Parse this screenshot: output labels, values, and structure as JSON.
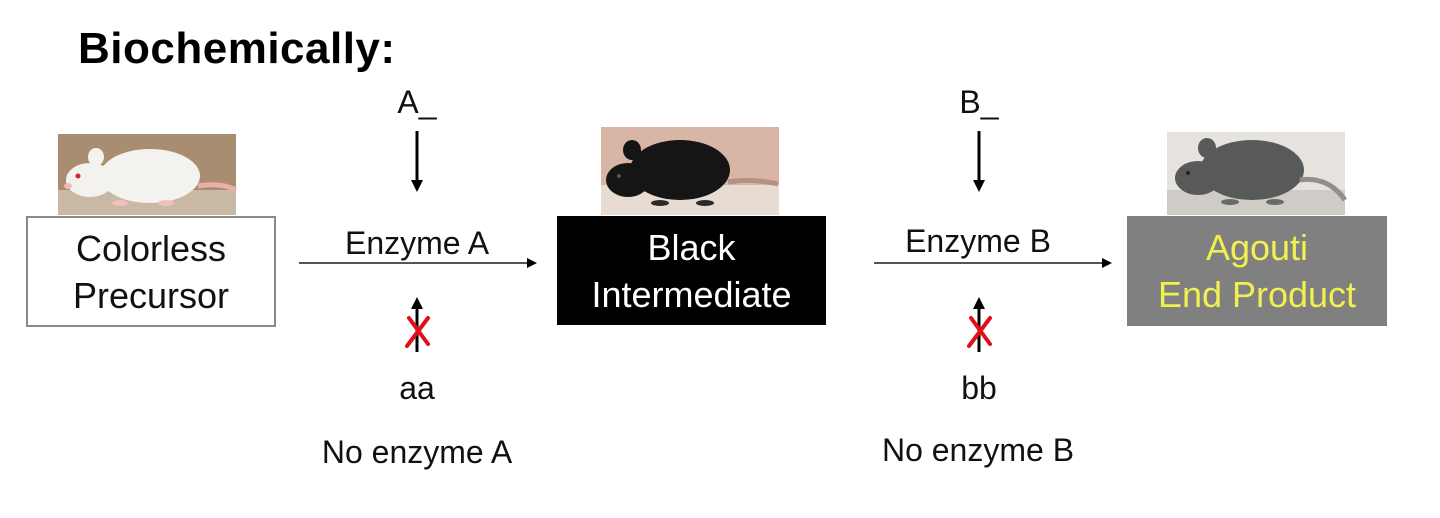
{
  "title": "Biochemically:",
  "compounds": {
    "colorless": {
      "line1": "Colorless",
      "line2": "Precursor",
      "fill": "#ffffff",
      "text_color": "#111111"
    },
    "black": {
      "line1": "Black",
      "line2": "Intermediate",
      "fill": "#000000",
      "text_color": "#ffffff"
    },
    "agouti": {
      "line1": "Agouti",
      "line2": "End Product",
      "fill": "#808080",
      "text_color": "#f0f050"
    }
  },
  "steps": {
    "a": {
      "allele": "A_",
      "enzyme": "Enzyme A",
      "mutant": "aa",
      "mutant_effect": "No enzyme A"
    },
    "b": {
      "allele": "B_",
      "enzyme": "Enzyme B",
      "mutant": "bb",
      "mutant_effect": "No enzyme B"
    }
  },
  "mice": {
    "colorless": {
      "fur": "#f4f2ee"
    },
    "black": {
      "fur": "#151515"
    },
    "agouti": {
      "fur": "#585a5a"
    }
  },
  "colors": {
    "block_x": "#e0101a"
  }
}
